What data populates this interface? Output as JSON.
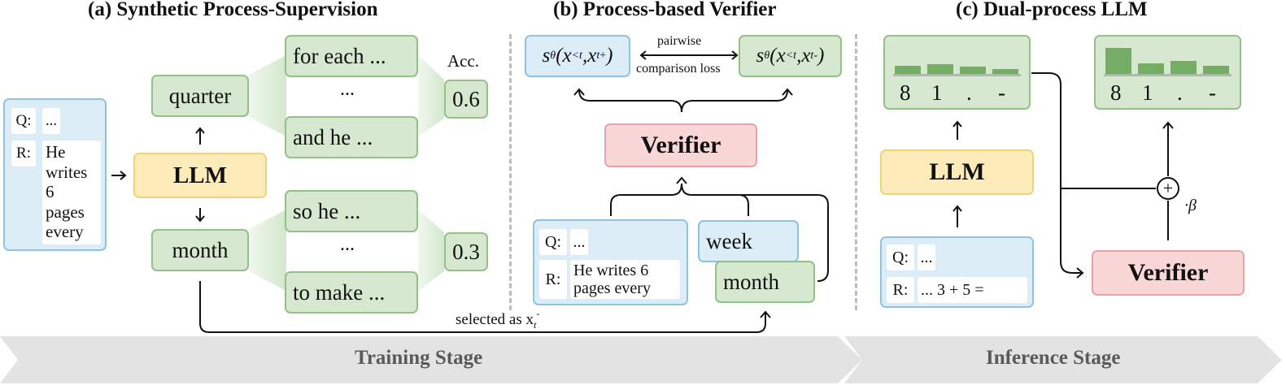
{
  "sections": {
    "a": "(a) Synthetic Process-Supervision",
    "b": "(b) Process-based Verifier",
    "c": "(c) Dual-process LLM"
  },
  "panel_a": {
    "q_label": "Q:",
    "q_value": "...",
    "r_label": "R:",
    "r_value_lines": [
      "He",
      "writes",
      "6",
      "pages",
      "every"
    ],
    "llm": "LLM",
    "token_top": "quarter",
    "token_bottom": "month",
    "continuations": [
      "for each ...",
      "...",
      "and he ...",
      "so he ...",
      "...",
      "to make ..."
    ],
    "acc_label": "Acc.",
    "acc_top": "0.6",
    "acc_bottom": "0.3",
    "selected_label": "selected as x",
    "selected_sub": "t",
    "selected_sup": "-"
  },
  "panel_b": {
    "score_pos": {
      "s": "s",
      "theta": "θ",
      "x": "(x",
      "lt": "<t",
      "mid": ",x",
      "t": "t",
      "sign": "+",
      "close": ")"
    },
    "score_neg": {
      "s": "s",
      "theta": "θ",
      "x": "(x",
      "lt": "<t",
      "mid": ",x",
      "t": "t",
      "sign": "-",
      "close": ")"
    },
    "loss_line1": "pairwise",
    "loss_line2": "comparison loss",
    "verifier": "Verifier",
    "q_label": "Q:",
    "q_value": "...",
    "r_label": "R:",
    "r_value_lines": [
      "He writes 6",
      "pages every"
    ],
    "token_pos": "week",
    "token_neg": "month"
  },
  "panel_c": {
    "dist_before": {
      "labels": [
        "8",
        "1",
        ".",
        "-"
      ],
      "values": [
        0.5,
        0.6,
        0.45,
        0.3
      ]
    },
    "dist_after": {
      "labels": [
        "8",
        "1",
        ".",
        "-"
      ],
      "values": [
        1.6,
        0.65,
        0.8,
        0.5
      ]
    },
    "llm": "LLM",
    "q_label": "Q:",
    "q_value": "...",
    "r_label": "R:",
    "r_value": "... 3 + 5 =",
    "plus": "+",
    "beta": "·β",
    "verifier": "Verifier"
  },
  "stages": {
    "training": "Training Stage",
    "inference": "Inference Stage"
  },
  "colors": {
    "green": "#d6e8d0",
    "blue": "#dcedf7",
    "yellow": "#fdebb9",
    "pink": "#fad7d7",
    "bar": "#76ad66",
    "banner": "#e3e3e3"
  }
}
